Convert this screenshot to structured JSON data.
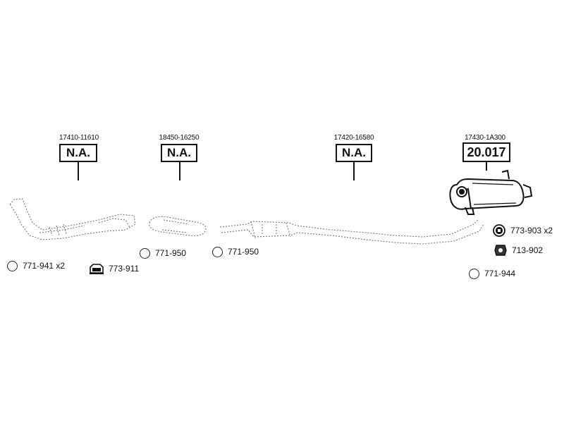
{
  "sections": [
    {
      "oem": "17410-11610",
      "code": "N.A."
    },
    {
      "oem": "18450-16250",
      "code": "N.A."
    },
    {
      "oem": "17420-16580",
      "code": "N.A."
    },
    {
      "oem": "17430-1A300",
      "code": "20.017"
    }
  ],
  "parts": [
    {
      "label": "771-941 x2",
      "icon": "rubber-ring-icon"
    },
    {
      "label": "773-911",
      "icon": "mounting-bracket-icon"
    },
    {
      "label": "771-950",
      "icon": "rubber-ring-icon"
    },
    {
      "label": "771-950",
      "icon": "rubber-ring-icon"
    },
    {
      "label": "773-903 x2",
      "icon": "rubber-hanger-icon"
    },
    {
      "label": "713-902",
      "icon": "rubber-mount-icon"
    },
    {
      "label": "771-944",
      "icon": "rubber-ring-icon"
    }
  ]
}
